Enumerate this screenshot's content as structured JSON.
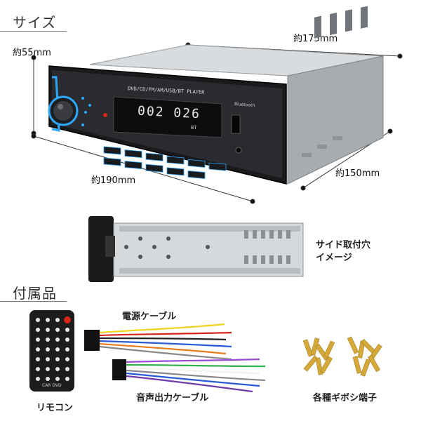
{
  "sections": {
    "size_title": "サイズ",
    "accessories_title": "付属品"
  },
  "dimensions": {
    "depth": "約175mm",
    "height": "約55mm",
    "width": "約190mm",
    "width_back": "約150mm"
  },
  "side_view": {
    "caption_line1": "サイド取付穴",
    "caption_line2": "イメージ"
  },
  "unit": {
    "top_label": "DVD/CD/FM/AM/USB/BT PLAYER",
    "lcd_text": "002 026",
    "lcd_sub": "BT",
    "bluetooth_label": "Bluetooth"
  },
  "accessories": {
    "remote": "リモコン",
    "power_cable": "電源ケーブル",
    "audio_cable": "音声出力ケーブル",
    "terminals": "各種ギボシ端子"
  },
  "remote_unit": {
    "bottom_label": "CAR DVD"
  },
  "colors": {
    "accent_blue": "#2fa8ff",
    "remote_red": "#d9261c",
    "brass": "#d4a93a"
  }
}
